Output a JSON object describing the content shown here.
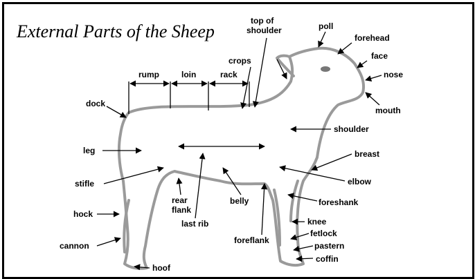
{
  "title": "External Parts of the Sheep",
  "labels": {
    "top_of_shoulder_1": "top of",
    "top_of_shoulder_2": "shoulder",
    "poll": "poll",
    "forehead": "forehead",
    "face": "face",
    "nose": "nose",
    "mouth": "mouth",
    "crops": "crops",
    "rump": "rump",
    "loin": "loin",
    "rack": "rack",
    "dock": "dock",
    "shoulder": "shoulder",
    "leg": "leg",
    "breast": "breast",
    "stifle": "stifle",
    "elbow": "elbow",
    "rear_flank_1": "rear",
    "rear_flank_2": "flank",
    "belly": "belly",
    "foreshank": "foreshank",
    "hock": "hock",
    "last_rib": "last rib",
    "knee": "knee",
    "fetlock": "fetlock",
    "pastern": "pastern",
    "cannon": "cannon",
    "foreflank": "foreflank",
    "coffin": "coffin",
    "hoof": "hoof"
  }
}
